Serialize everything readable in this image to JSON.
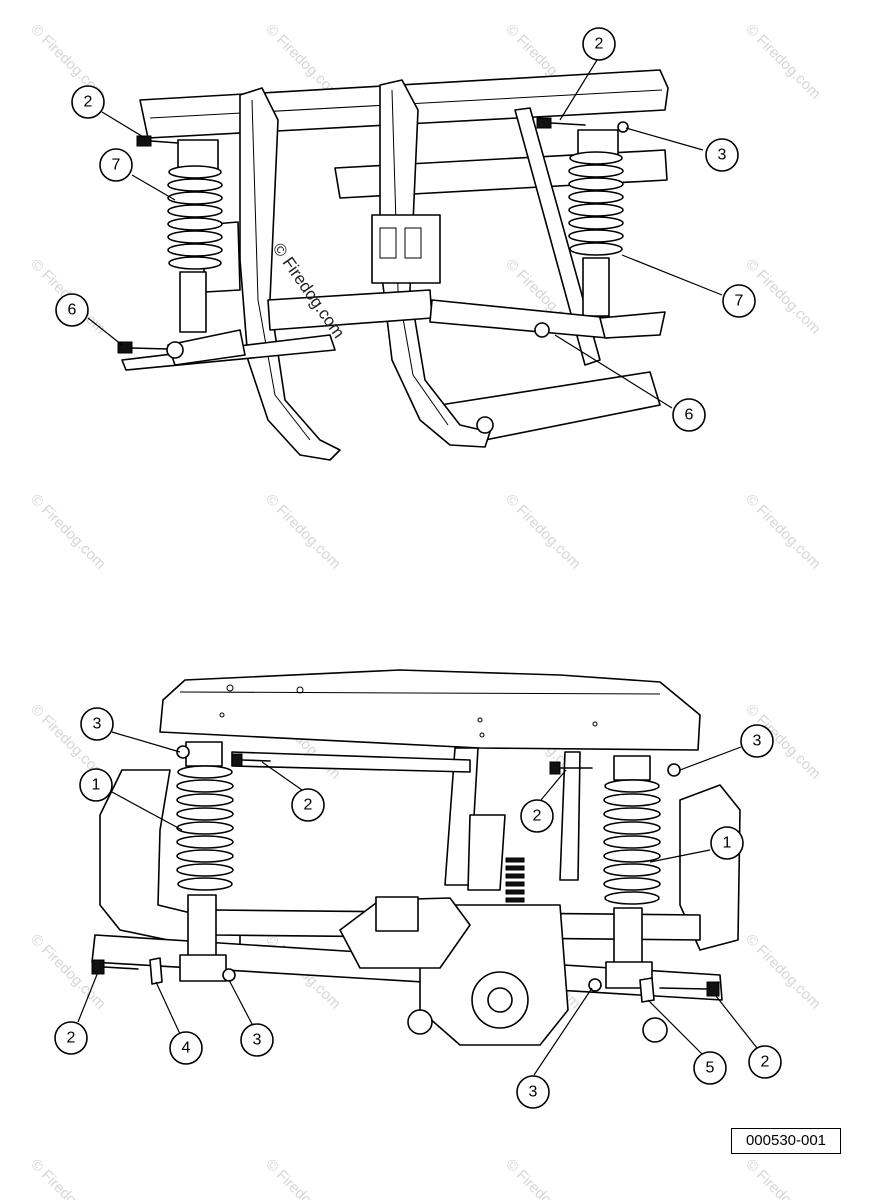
{
  "diagram": {
    "part_code": "000530-001",
    "watermark_text": "© Firedog.com",
    "upper_view": {
      "callouts": [
        {
          "id": "u2a",
          "label": "2"
        },
        {
          "id": "u2b",
          "label": "2"
        },
        {
          "id": "u3",
          "label": "3"
        },
        {
          "id": "u7a",
          "label": "7"
        },
        {
          "id": "u7b",
          "label": "7"
        },
        {
          "id": "u6a",
          "label": "6"
        },
        {
          "id": "u6b",
          "label": "6"
        }
      ]
    },
    "lower_view": {
      "callouts": [
        {
          "id": "l3a",
          "label": "3"
        },
        {
          "id": "l3b",
          "label": "3"
        },
        {
          "id": "l1a",
          "label": "1"
        },
        {
          "id": "l1b",
          "label": "1"
        },
        {
          "id": "l2a",
          "label": "2"
        },
        {
          "id": "l2b",
          "label": "2"
        },
        {
          "id": "l2c",
          "label": "2"
        },
        {
          "id": "l2d",
          "label": "2"
        },
        {
          "id": "l4",
          "label": "4"
        },
        {
          "id": "l3c",
          "label": "3"
        },
        {
          "id": "l3d",
          "label": "3"
        },
        {
          "id": "l5",
          "label": "5"
        }
      ]
    }
  }
}
